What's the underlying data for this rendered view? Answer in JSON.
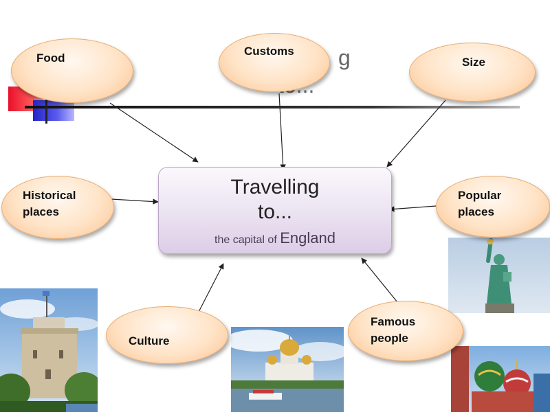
{
  "background_title_fragments": [
    "g",
    "to..."
  ],
  "center": {
    "line1": "Travelling",
    "line2": "to...",
    "subtitle_small": "the capital of",
    "subtitle_large": "England"
  },
  "nodes": {
    "food": "Food",
    "customs": "Customs",
    "size": "Size",
    "historical_places": [
      "Historical",
      "places"
    ],
    "popular_places": [
      "Popular",
      "places"
    ],
    "culture": "Culture",
    "famous_people": [
      "Famous",
      "people"
    ]
  },
  "colors": {
    "node_fill": "#ffe3c6",
    "node_border": "#e8ac72",
    "center_fill": "#ece4f2",
    "arrow": "#222222"
  }
}
